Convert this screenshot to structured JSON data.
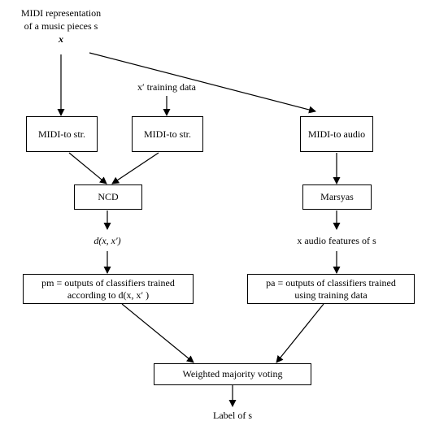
{
  "input": {
    "line1": "MIDI representation",
    "line2": "of a music pieces s",
    "var": "x"
  },
  "training": {
    "label": "x′ training data"
  },
  "boxes": {
    "midi_to_str_1": "MIDI-to str.",
    "midi_to_str_2": "MIDI-to str.",
    "midi_to_audio": "MIDI-to audio",
    "ncd": "NCD",
    "marsyas": "Marsyas",
    "pm_line1": "pm = outputs of classifiers trained",
    "pm_line2": "according to d(x, x′ )",
    "pa_line1": "pa = outputs of classifiers trained",
    "pa_line2": "using training data",
    "voting": "Weighted majority voting"
  },
  "intermediate": {
    "distance": "d(x, x′)",
    "audio_features": "x audio features of s"
  },
  "output": {
    "label": "Label of s"
  }
}
